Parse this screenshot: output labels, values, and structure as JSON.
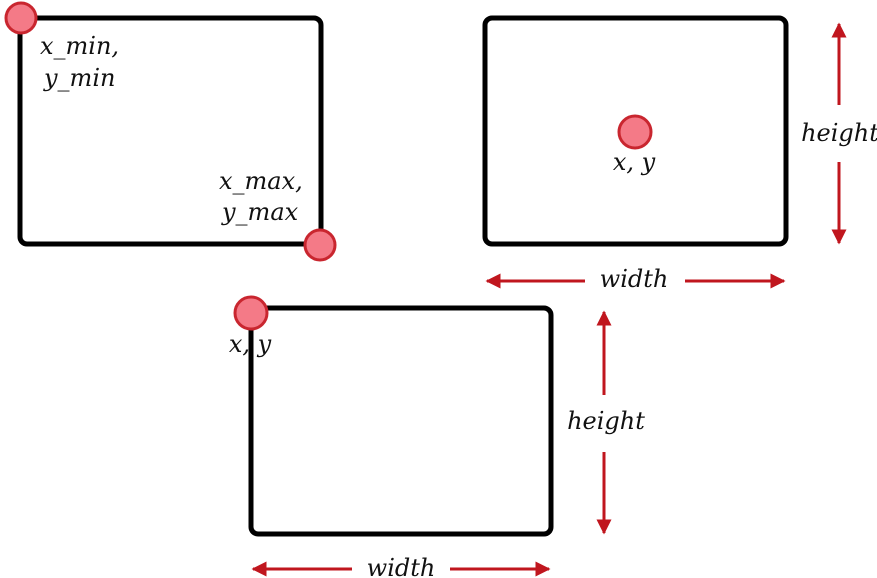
{
  "diagram": {
    "colors": {
      "box_stroke": "#000000",
      "point_fill": "#f47a87",
      "point_stroke": "#c9262f",
      "arrow": "#c0161e"
    },
    "corners_box": {
      "top_left_label_line1": "x_min,",
      "top_left_label_line2": "y_min",
      "bottom_right_label_line1": "x_max,",
      "bottom_right_label_line2": "y_max"
    },
    "center_box": {
      "point_label": "x, y",
      "height_label": "height",
      "width_label": "width"
    },
    "topleft_box": {
      "point_label": "x, y",
      "height_label": "height",
      "width_label": "width"
    }
  }
}
